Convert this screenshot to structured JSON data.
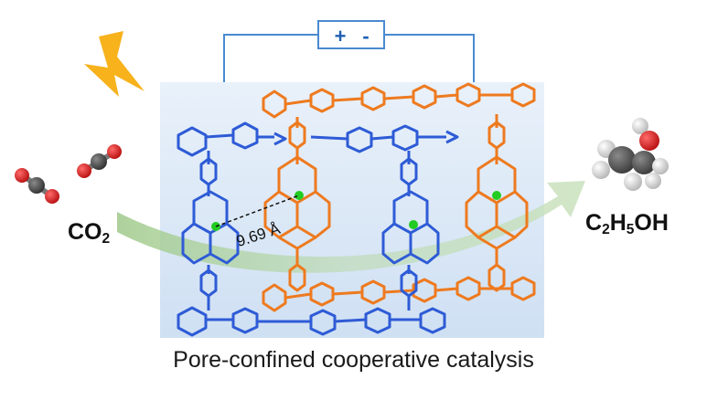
{
  "circuit": {
    "plus": "+",
    "minus": "-"
  },
  "reactant": {
    "formula_main": "CO",
    "formula_sub": "2"
  },
  "product": {
    "c": "C",
    "c_sub": "2",
    "h": "H",
    "h_sub": "5",
    "tail": "OH"
  },
  "distance_label": "9.69 Å",
  "caption": "Pore-confined cooperative catalysis",
  "colors": {
    "blue_framework": "#2e5bd6",
    "orange_framework": "#ee7a1f",
    "metal_center": "#22cc22",
    "panel": "#dce9f7",
    "wire": "#4a8ad0",
    "bolt": "#f7b21c",
    "arrow": "#b9d6a6"
  }
}
